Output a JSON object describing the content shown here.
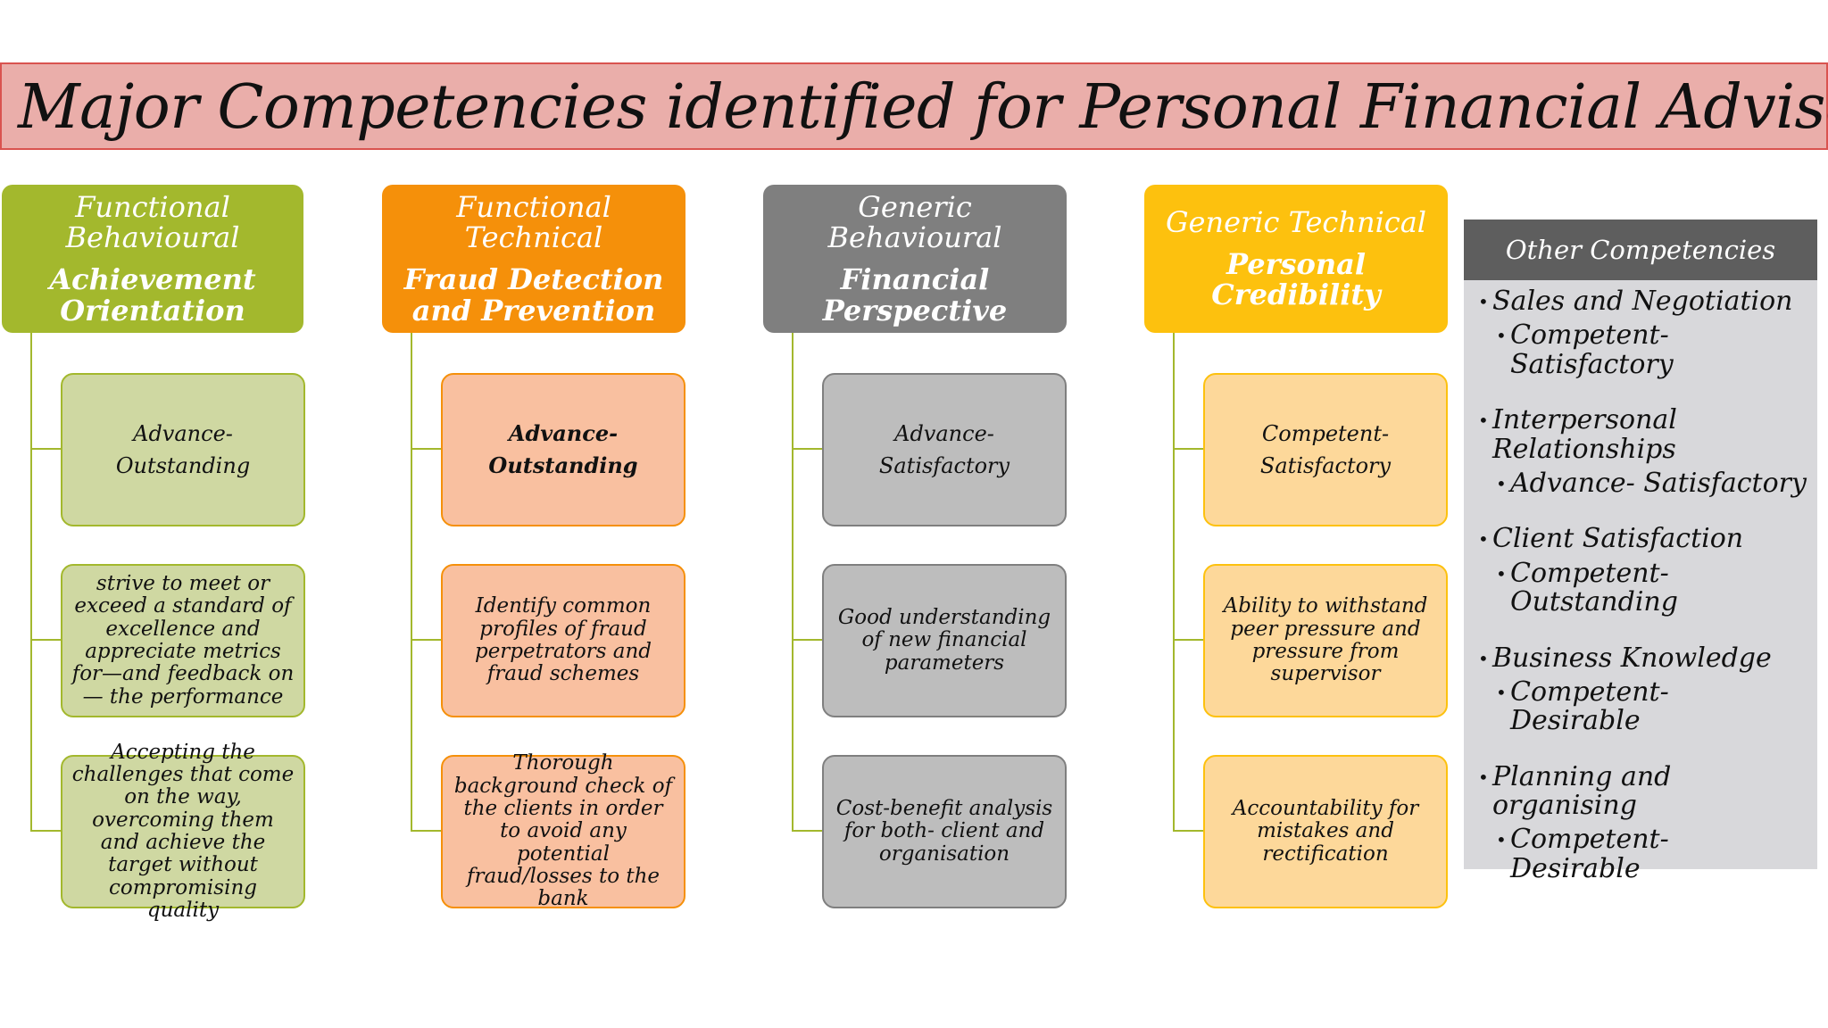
{
  "title": "Major Competencies identified for Personal Financial Advisor",
  "columns": [
    {
      "category": "Functional Behavioural",
      "competency": "Achievement Orientation",
      "level": [
        "Advance-",
        "Outstanding"
      ],
      "items": [
        "strive to meet or exceed a standard of excellence and appreciate metrics for—and feedback on— the performance",
        "Accepting the challenges that come on the way, overcoming them and achieve the target without compromising quality"
      ]
    },
    {
      "category": "Functional Technical",
      "competency": "Fraud Detection and Prevention",
      "level": [
        "Advance-",
        "Outstanding"
      ],
      "items": [
        "Identify common profiles of fraud perpetrators and fraud schemes",
        "Thorough background check of the clients in order to avoid any potential fraud/losses to the bank"
      ]
    },
    {
      "category": "Generic Behavioural",
      "competency": "Financial Perspective",
      "level": [
        "Advance-",
        "Satisfactory"
      ],
      "items": [
        "Good understanding of new financial parameters",
        "Cost-benefit analysis for both- client and organisation"
      ]
    },
    {
      "category": "Generic Technical",
      "competency": "Personal Credibility",
      "level": [
        "Competent-",
        "Satisfactory"
      ],
      "items": [
        "Ability to withstand peer pressure and pressure from supervisor",
        "Accountability for mistakes and rectification"
      ]
    }
  ],
  "other": {
    "title": "Other Competencies",
    "items": [
      {
        "name": "Sales and Negotiation",
        "level": "Competent- Satisfactory"
      },
      {
        "name": "Interpersonal Relationships",
        "level": "Advance- Satisfactory"
      },
      {
        "name": "Client Satisfaction",
        "level": "Competent- Outstanding"
      },
      {
        "name": "Business Knowledge",
        "level": "Competent- Desirable"
      },
      {
        "name": "Planning and organising",
        "level": "Competent- Desirable"
      }
    ]
  },
  "colors": {
    "title_bg": "#eaaeaa",
    "title_border": "#d9534f",
    "functional_behavioural": "#a3b82d",
    "functional_technical": "#f5900a",
    "generic_behavioural": "#7f7f7f",
    "generic_technical": "#fdc10e",
    "other_header": "#5e5e5e",
    "other_bg": "#d8d8db"
  }
}
